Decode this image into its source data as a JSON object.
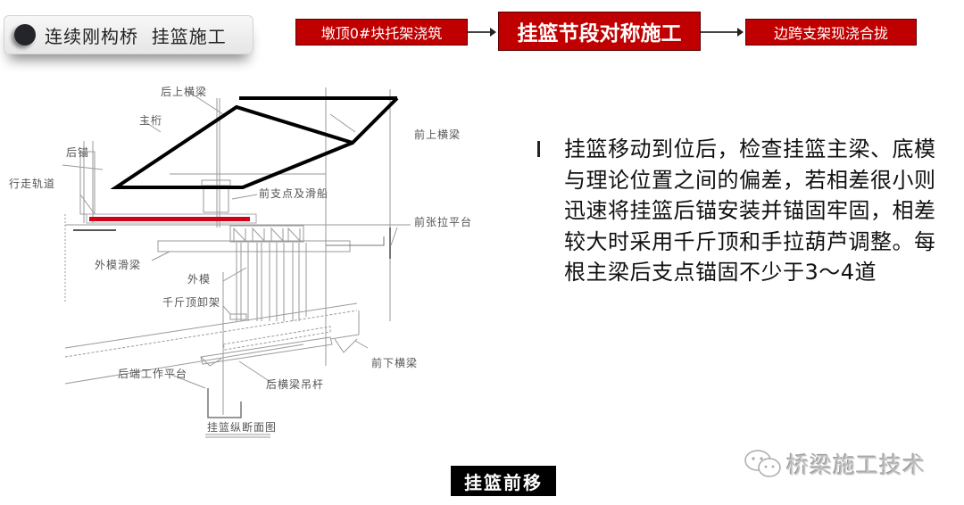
{
  "header": {
    "title": "连续刚构桥  挂篮施工"
  },
  "process_flow": {
    "steps": [
      {
        "label": "墩顶0#块托架浇筑",
        "active": false
      },
      {
        "label": "挂篮节段对称施工",
        "active": true
      },
      {
        "label": "边跨支架现浇合拢",
        "active": false
      }
    ],
    "box_color": "#c00000",
    "arrow_icon": "arrow-right-icon"
  },
  "diagram": {
    "caption": "挂篮纵断面图",
    "labels": {
      "rear_upper_beam": "后上横梁",
      "main_truss": "主桁",
      "rear_anchor": "后锚",
      "walking_track": "行走轨道",
      "front_pivot_slider": "前支点及滑船",
      "front_upper_beam": "前上横梁",
      "front_tension_platform": "前张拉平台",
      "outer_form_slide_beam": "外模滑梁",
      "outer_form": "外模",
      "jack_unloading_frame": "千斤顶卸架",
      "rear_work_platform": "后端工作平台",
      "rear_beam_hanger": "后横梁吊杆",
      "front_lower_beam": "前下横梁"
    },
    "highlight_colors": {
      "truss_outline": "#000000",
      "track": "#d0021b"
    }
  },
  "content": {
    "bullet_text": "挂篮移动到位后，检查挂篮主梁、底模与理论位置之间的偏差，若相差很小则迅速将挂篮后锚安装并锚固牢固，相差较大时采用千斤顶和手拉葫芦调整。每根主梁后支点锚固不少于3～4道"
  },
  "footer": {
    "caption": "挂篮前移",
    "watermark": "桥梁施工技术",
    "watermark_icon": "wechat-icon"
  }
}
